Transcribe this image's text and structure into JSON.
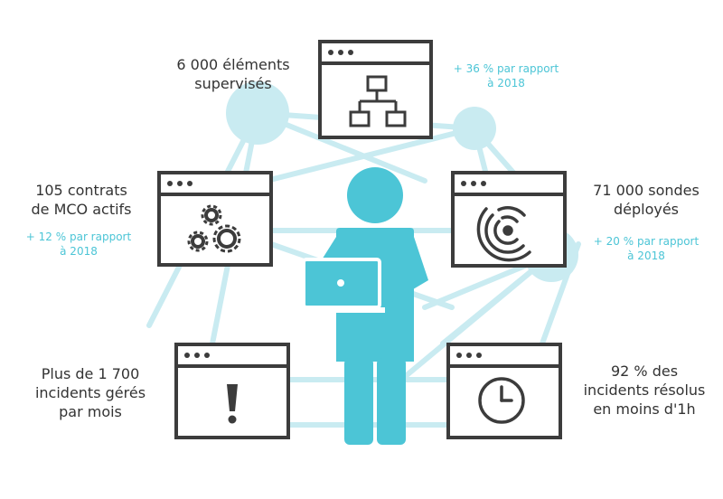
{
  "colors": {
    "accent": "#4cc5d6",
    "network": "#c9ebf1",
    "ink": "#333333",
    "dark_frame": "#3c3c3c"
  },
  "stats": {
    "monitored": {
      "lines": [
        "6 000 éléments",
        "supervisés"
      ],
      "icon": "hierarchy-icon"
    },
    "monitored_growth": {
      "lines": [
        "+ 36 % par rapport",
        "à 2018"
      ]
    },
    "contracts": {
      "lines": [
        "105 contrats",
        "de MCO actifs"
      ],
      "icon": "gears-icon"
    },
    "contracts_growth": {
      "lines": [
        "+ 12 % par rapport",
        "à 2018"
      ]
    },
    "probes": {
      "lines": [
        "71 000 sondes",
        "déployés"
      ],
      "icon": "signal-icon"
    },
    "probes_growth": {
      "lines": [
        "+ 20 % par rapport",
        "à 2018"
      ]
    },
    "incidents": {
      "lines": [
        "Plus de 1 700",
        "incidents gérés",
        "par mois"
      ],
      "icon": "warning-icon"
    },
    "resolved": {
      "lines": [
        "92 % des",
        "incidents résolus",
        "en moins d'1h"
      ],
      "icon": "clock-icon"
    }
  },
  "center": {
    "icon": "person-laptop-icon"
  }
}
